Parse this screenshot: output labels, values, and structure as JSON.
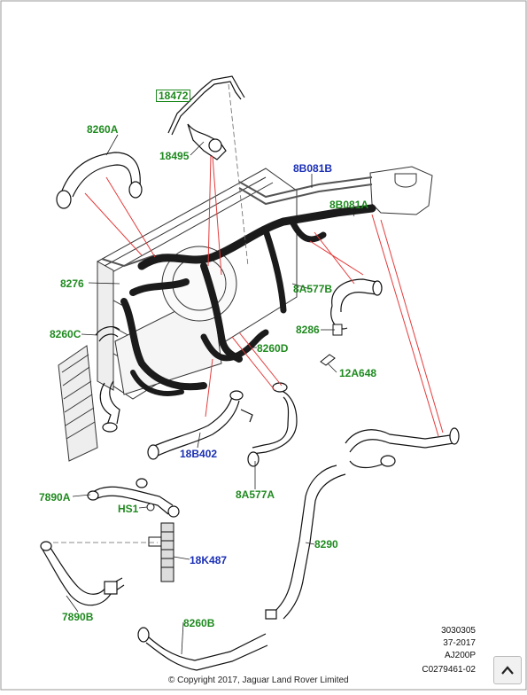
{
  "labels": {
    "p18472": "18472",
    "p18495": "18495",
    "p8260A": "8260A",
    "p8B081B": "8B081B",
    "p8B081A": "8B081A",
    "p8276": "8276",
    "p8A577B": "8A577B",
    "p8260C": "8260C",
    "p8286": "8286",
    "p8260D": "8260D",
    "p12A648": "12A648",
    "p18B402": "18B402",
    "p8A577A": "8A577A",
    "p7890A": "7890A",
    "pHS1": "HS1",
    "p18K487": "18K487",
    "p8290": "8290",
    "p7890B": "7890B",
    "p8260B": "8260B"
  },
  "meta": {
    "line1": "3030305",
    "line2": "37-2017",
    "line3": "AJ200P",
    "line4": "C0279461-02"
  },
  "copyright": "© Copyright 2017, Jaguar Land Rover Limited",
  "colors": {
    "label_green": "#1f8a1f",
    "label_blue": "#1a2fb5",
    "leader_red": "#e33b3b",
    "hose_dark": "#1b1b1b"
  },
  "icons": {
    "scroll_top": "chevron-up-icon"
  }
}
